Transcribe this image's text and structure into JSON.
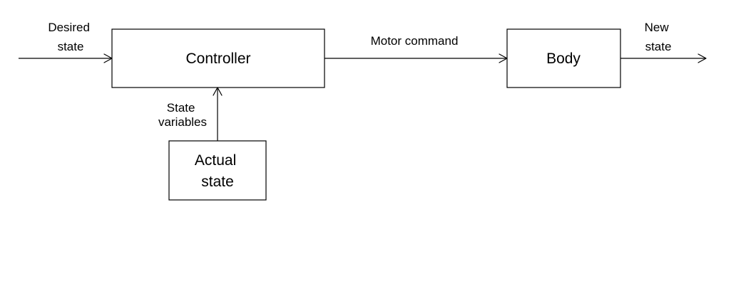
{
  "nodes": {
    "controller": {
      "label": [
        "Controller"
      ]
    },
    "body": {
      "label": [
        "Body"
      ]
    },
    "actual_state": {
      "label": [
        "Actual",
        "state"
      ]
    }
  },
  "edges": {
    "desired_state": {
      "label": [
        "Desired",
        "state"
      ]
    },
    "motor_command": {
      "label": [
        "Motor command"
      ]
    },
    "new_state": {
      "label": [
        "New",
        "state"
      ]
    },
    "state_variables": {
      "label": [
        "State",
        "variables"
      ]
    }
  },
  "colors": {
    "stroke": "#000000",
    "background": "#ffffff"
  }
}
